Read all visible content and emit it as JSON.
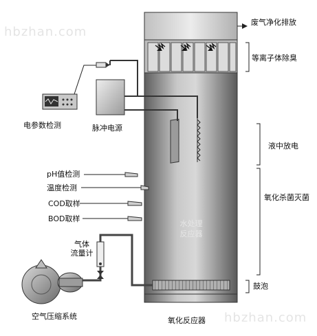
{
  "labels": {
    "exhaust": "废气净化排放",
    "plasma_removal": "等离子体除臭",
    "liquid_discharge": "液中放电",
    "oxidation": "氧化杀菌灭菌",
    "bubbling": "鼓泡",
    "ph": "pH值检测",
    "temp": "温度检测",
    "cod": "COD取样",
    "bod": "BOD取样",
    "gas_flowmeter_line1": "气体",
    "gas_flowmeter_line2": "流量计",
    "param_detect": "电参数检测",
    "pulse_power": "脉冲电源",
    "air_compressor": "空气压缩系统",
    "water_treatment_line1": "水处理",
    "water_treatment_line2": "反应器",
    "ozone_reactor": "氧化反应器",
    "watermark": "hbzhan.com"
  },
  "colors": {
    "tower_dark": "#6f6f6f",
    "tower_light": "#d9d9d9",
    "pipe": "#444444",
    "line": "#222222"
  }
}
